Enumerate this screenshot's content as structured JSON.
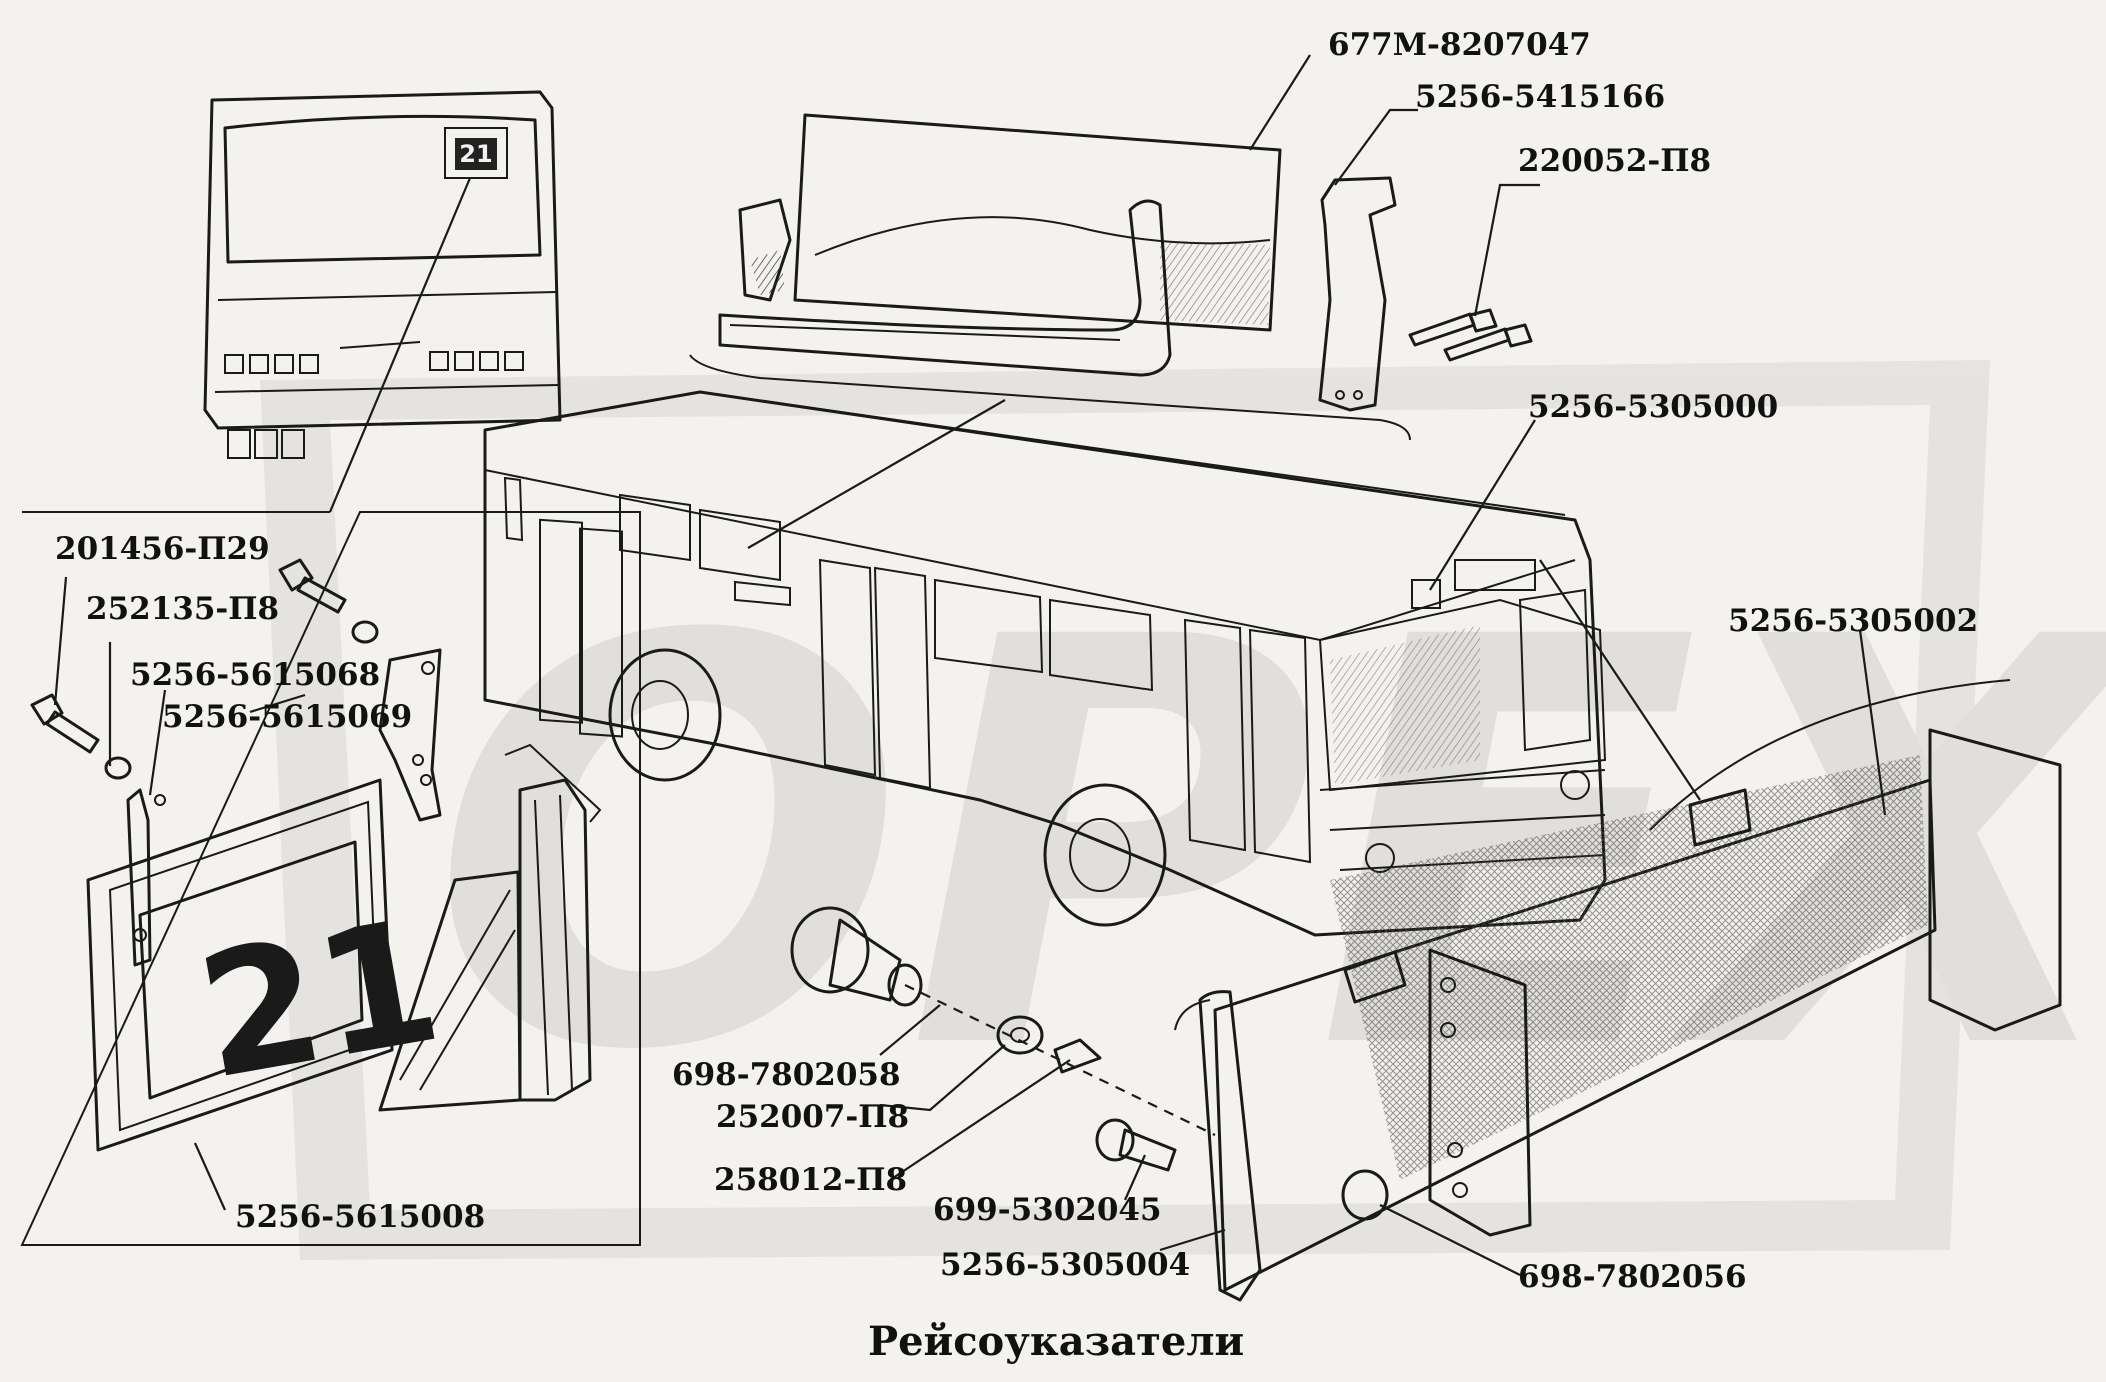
{
  "title": "Рейсоуказатели",
  "watermark": "OPEX",
  "route_number": "21",
  "labels": [
    {
      "id": "l1",
      "text": "677М-8207047"
    },
    {
      "id": "l2",
      "text": "5256-5415166"
    },
    {
      "id": "l3",
      "text": "220052-П8"
    },
    {
      "id": "l4",
      "text": "5256-5305000"
    },
    {
      "id": "l5",
      "text": "201456-П29"
    },
    {
      "id": "l6",
      "text": "252135-П8"
    },
    {
      "id": "l7",
      "text": "5256-5615068"
    },
    {
      "id": "l8",
      "text": "5256-5615069"
    },
    {
      "id": "l9",
      "text": "5256-5305002"
    },
    {
      "id": "l10",
      "text": "698-7802058"
    },
    {
      "id": "l11",
      "text": "252007-П8"
    },
    {
      "id": "l12",
      "text": "258012-П8"
    },
    {
      "id": "l13",
      "text": "699-5302045"
    },
    {
      "id": "l14",
      "text": "5256-5305004"
    },
    {
      "id": "l15",
      "text": "698-7802056"
    },
    {
      "id": "l16",
      "text": "5256-5615008"
    }
  ]
}
